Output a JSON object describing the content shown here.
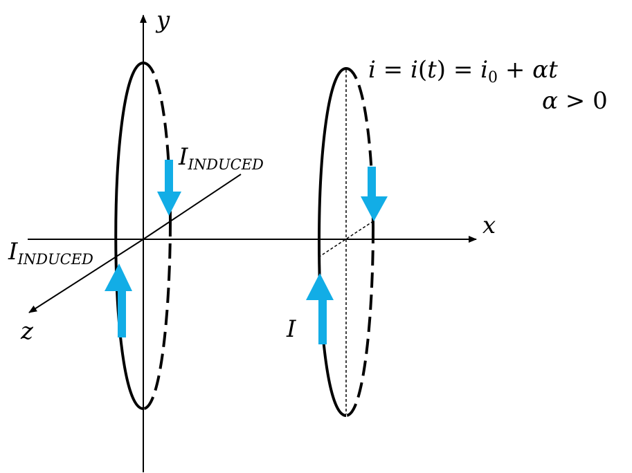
{
  "axes": {
    "x_label": "x",
    "y_label": "y",
    "z_label": "z"
  },
  "left_loop": {
    "upper_label_main": "I",
    "upper_label_sub": "INDUCED",
    "lower_label_main": "I",
    "lower_label_sub": "INDUCED"
  },
  "right_loop": {
    "current_label": "I",
    "equation": {
      "i1": "i",
      "eq1": " = ",
      "i2": "i",
      "paren_open": "(",
      "t1": "t",
      "paren_close": ")",
      "eq2": " = ",
      "i3": "i",
      "sub0": "0",
      "plus": " + ",
      "alpha1": "α",
      "t2": "t"
    },
    "condition": {
      "alpha": "α",
      "rel": " > 0"
    }
  },
  "colors": {
    "arrow": "#12ADE6",
    "line": "#000000"
  },
  "icons": [
    "arrow-up-icon",
    "arrow-down-icon"
  ]
}
